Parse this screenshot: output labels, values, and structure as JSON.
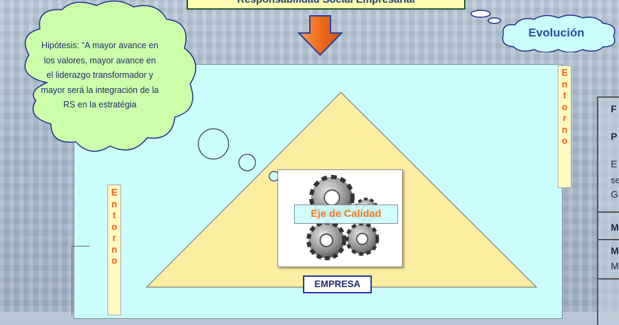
{
  "title": "Responsabilidad Social Empresarial",
  "cloud_evolucion": "Evolución",
  "hypothesis_text": "Hipótesis: \"A mayor avance en los valores, mayor avance en el liderazgo transformador y mayor será la integración de la RS en la estratégia",
  "entorno_letters": [
    "E",
    "n",
    "t",
    "o",
    "r",
    "n",
    "o"
  ],
  "center_label": "Eje de Calidad",
  "empresa_label": "EMPRESA",
  "right_panel": {
    "lines": [
      "F",
      "P",
      "E",
      "se",
      "G",
      "M",
      "M",
      "M"
    ]
  },
  "colors": {
    "panel": "#ccfdfd",
    "triangle": "#fbeea0",
    "cloud": "#ccffaa",
    "arrow": "#f06a1c",
    "entorno_text": "#ff5a1a",
    "title_bg": "#fffbb0"
  },
  "icons": [
    "down-arrow-icon",
    "gears-icon"
  ]
}
